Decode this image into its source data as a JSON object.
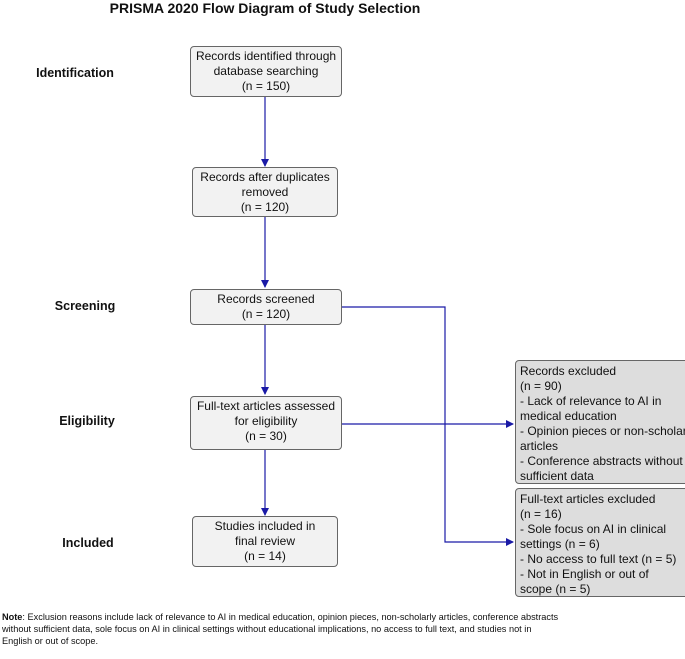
{
  "title": "PRISMA 2020 Flow Diagram of Study Selection",
  "stages": {
    "identification": "Identification",
    "screening": "Screening",
    "eligibility": "Eligibility",
    "included": "Included"
  },
  "boxes": {
    "identified": {
      "lines": [
        "Records identified through",
        "database searching",
        "(n = 150)"
      ]
    },
    "after_duplicates": {
      "lines": [
        "Records after duplicates",
        "removed",
        "(n = 120)"
      ]
    },
    "screened": {
      "lines": [
        "Records screened",
        "(n = 120)"
      ]
    },
    "full_text_assessed": {
      "lines": [
        "Full-text articles assessed",
        "for eligibility",
        "(n = 30)"
      ]
    },
    "included_studies": {
      "lines": [
        "Studies included in",
        "final review",
        "(n = 14)"
      ]
    },
    "records_excluded": {
      "lines": [
        "Records excluded",
        "(n = 90)",
        "- Lack of relevance to AI in",
        "medical education",
        "- Opinion pieces or non-scholarly",
        "articles",
        "- Conference abstracts without",
        "sufficient data"
      ]
    },
    "fulltext_excluded": {
      "lines": [
        "Full-text articles excluded",
        "(n = 16)",
        "- Sole focus on AI in clinical",
        "settings (n = 6)",
        "- No access to full text (n = 5)",
        "- Not in English or out of",
        "scope (n = 5)"
      ]
    }
  },
  "note": {
    "label": "Note",
    "text": ": Exclusion reasons include lack of relevance to AI in medical education, opinion pieces, non-scholarly articles, conference abstracts without sufficient data, sole focus on AI in clinical settings without educational implications, no access to full text, and studies not in English or out of scope."
  },
  "colors": {
    "arrow": "#1a1aa6",
    "box_fill": "#f2f2f2",
    "side_box_fill": "#dddddd",
    "border": "#666666"
  }
}
